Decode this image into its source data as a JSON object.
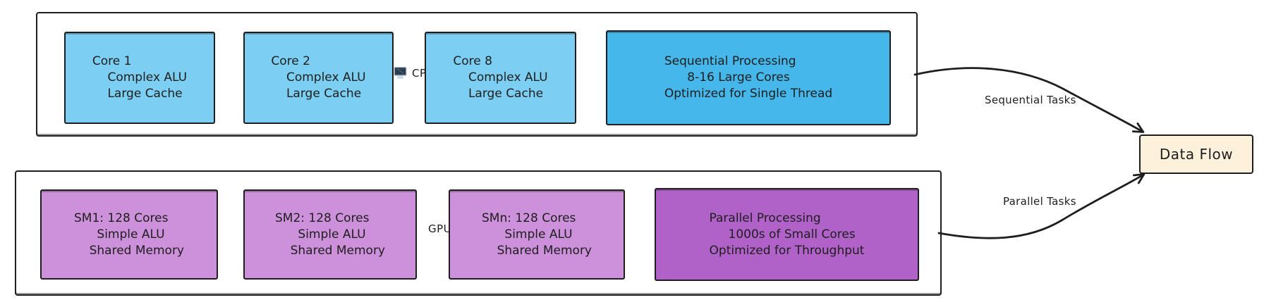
{
  "colors": {
    "ink": "#1e1e1e",
    "core-blue": "#7ccff2",
    "summary-blue": "#45b7ea",
    "sm-purple": "#cd90da",
    "summary-purple": "#b162c9",
    "dataflow-cream": "#fdf1dc"
  },
  "cpu_section": {
    "label": "CPU",
    "icon": "desktop-computer-icon",
    "boxes": [
      {
        "lines": [
          "Core 1",
          "    Complex ALU",
          "    Large Cache"
        ]
      },
      {
        "lines": [
          "Core 2",
          "    Complex ALU",
          "    Large Cache"
        ]
      },
      {
        "lines": [
          "Core 8",
          "    Complex ALU",
          "    Large Cache"
        ]
      },
      {
        "lines": [
          "Sequential Processing",
          "      8-16 Large Cores",
          "Optimized for Single Thread"
        ]
      }
    ]
  },
  "gpu_section": {
    "label": "GPU",
    "boxes": [
      {
        "lines": [
          "SM1: 128 Cores",
          "      Simple ALU",
          "    Shared Memory"
        ]
      },
      {
        "lines": [
          "SM2: 128 Cores",
          "      Simple ALU",
          "    Shared Memory"
        ]
      },
      {
        "lines": [
          "SMn: 128 Cores",
          "      Simple ALU",
          "    Shared Memory"
        ]
      },
      {
        "lines": [
          "Parallel Processing",
          "     1000s of Small Cores",
          "Optimized for Throughput"
        ]
      }
    ]
  },
  "flows": {
    "sequential": {
      "label": "Sequential Tasks"
    },
    "parallel": {
      "label": "Parallel Tasks"
    }
  },
  "data_flow": {
    "label": "Data Flow"
  }
}
